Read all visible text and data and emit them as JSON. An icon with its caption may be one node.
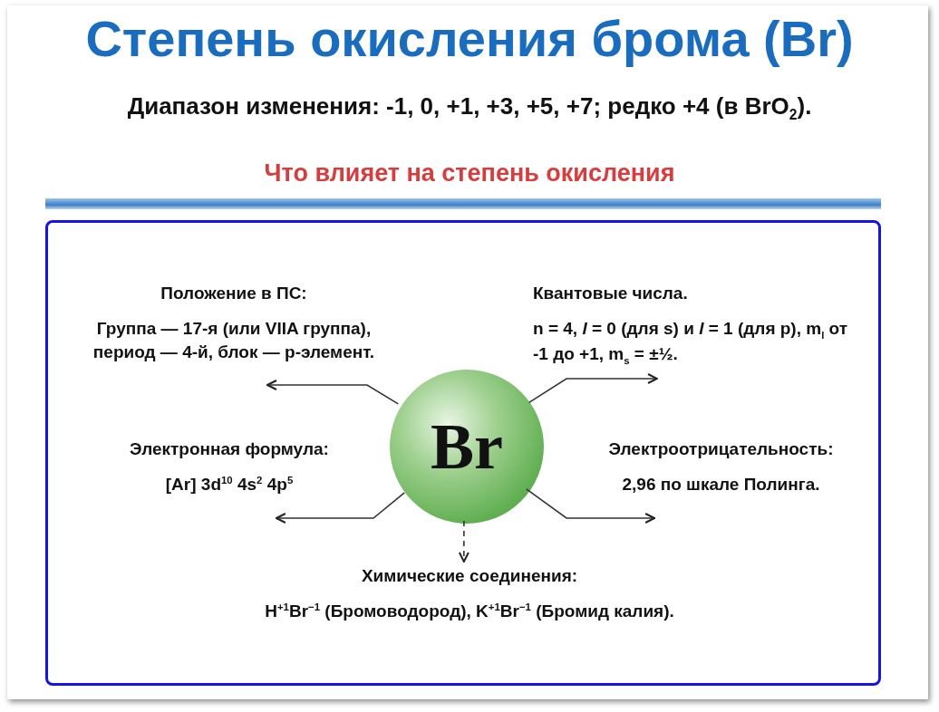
{
  "diagram": {
    "title": "Степень окисления брома (Br)",
    "nodes": [
      {
        "text": [],
        "shape": "box"
      },
      {
        "text": [
          "Br"
        ],
        "in": 0
      },
      {
        "text": [
          "Положение в ПС:",
          "Группа — 17-я (или VIIA группа), период — 4-й, блок — p-элемент."
        ],
        "in": 0
      },
      {
        "text": [
          "Квантовые числа.",
          "n = 4, *l* = 0 (для s) и *l* = 1 (для p), m$_{l}$ от -1 до +1, m$_{s}$ = ±½."
        ],
        "in": 0
      },
      {
        "text": [
          "Электронная формула:",
          "[Ar] 3d$^{10}$ 4s$^{2}$ 4p$^{5}$"
        ],
        "in": 0
      },
      {
        "text": [
          "Электроотрицательность:",
          "2,96 по шкале Полинга."
        ],
        "in": 0
      },
      {
        "text": [
          "Химические соединения:",
          "H$^{+1}$Br$^{−1}$ (Бромоводород), K$^{+1}$Br$^{−1}$ (Бромид калия)."
        ],
        "in": 0
      }
    ],
    "edges": [
      {
        "from": 1,
        "to": 2,
        "arrow": "to"
      },
      {
        "from": 1,
        "to": 3,
        "arrow": "to"
      },
      {
        "from": 1,
        "to": 4,
        "arrow": "to"
      },
      {
        "from": 1,
        "to": 5,
        "arrow": "to"
      },
      {
        "from": 1,
        "to": 6,
        "arrow": "to",
        "style": "dashed"
      }
    ],
    "labels": [
      "Диапазон изменения: -1, 0, +1, +3, +5, +7; редко +4 (в BrO$_{2}$).",
      "Что влияет на степень окисления"
    ]
  }
}
